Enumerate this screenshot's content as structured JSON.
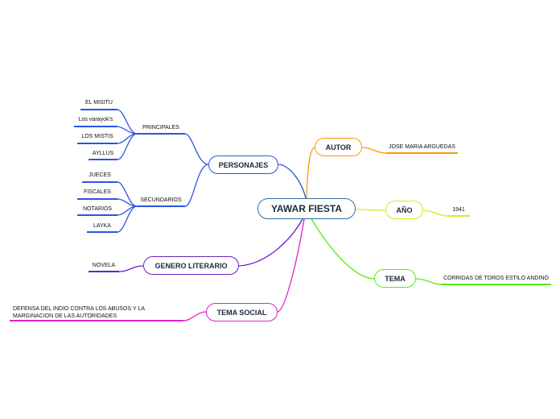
{
  "root": {
    "label": "YAWAR FIESTA",
    "color": "#2e6fa6"
  },
  "branches": {
    "personajes": {
      "label": "PERSONAJES",
      "color": "#2a55e0",
      "groups": {
        "principales": {
          "label": "PRINCIPALES",
          "items": [
            "EL MISITU",
            "Los varayok's",
            "LOS MISTIS",
            "AYLLUS"
          ]
        },
        "secundarios": {
          "label": "SECUNDARIOS",
          "items": [
            "JUECES",
            "FISCALES",
            "NOTARIOS",
            "LAYKA"
          ]
        }
      }
    },
    "autor": {
      "label": "AUTOR",
      "color": "#ff9900",
      "value": "JOSE MARIA ARGUEDAS"
    },
    "anio": {
      "label": "AÑO",
      "color": "#ccee22",
      "value": "1941"
    },
    "tema": {
      "label": "TEMA",
      "color": "#55ee11",
      "value": "CORRIDAS DE TOROS ESTILO ANDINO"
    },
    "genero": {
      "label": "GENERO LITERARIO",
      "color": "#6a22cc",
      "value": "NOVELA"
    },
    "tema_social": {
      "label": "TEMA SOCIAL",
      "color": "#dd22cc",
      "value": "DEFENSA DEL INDIO CONTRA LOS ABUSOS Y LA MARGINACION DE LAS AUTORIDADES"
    }
  }
}
